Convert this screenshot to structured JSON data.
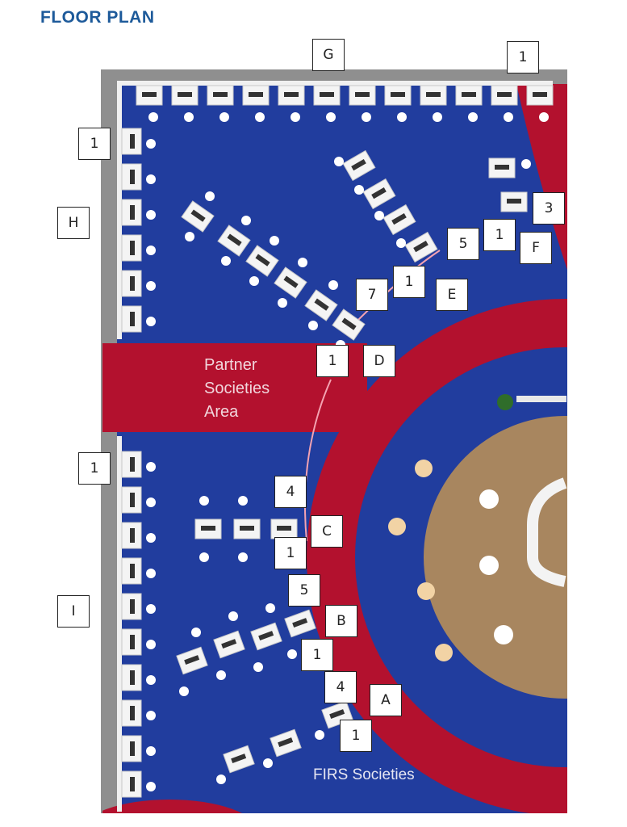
{
  "heading": "FLOOR PLAN",
  "area_label": {
    "line1": "Partner",
    "line2": "Societies",
    "line3": "Area"
  },
  "zone_label": "FIRS Societies",
  "callouts": {
    "top_g": "G",
    "top_1": "1",
    "left_1_top": "1",
    "left_h": "H",
    "left_1_mid": "1",
    "left_i": "I",
    "d_1": "1",
    "d_letter": "D",
    "d_7": "7",
    "e_1": "1",
    "e_letter": "E",
    "f_5": "5",
    "f_1": "1",
    "f_letter": "F",
    "f_3": "3",
    "c_4": "4",
    "c_letter": "C",
    "c_1": "1",
    "b_5": "5",
    "b_letter": "B",
    "b_1": "1",
    "a_4": "4",
    "a_letter": "A",
    "a_1": "1"
  },
  "colors": {
    "floor_blue": "#213d9e",
    "aisle_red": "#b3112e",
    "hub_tan": "#a8865f",
    "wall_grey": "#8f8f8f",
    "heading_blue": "#1d5a9a"
  },
  "icons": [
    "booth-desk-icon",
    "stool-icon",
    "plant-icon",
    "lounge-table-icon"
  ]
}
